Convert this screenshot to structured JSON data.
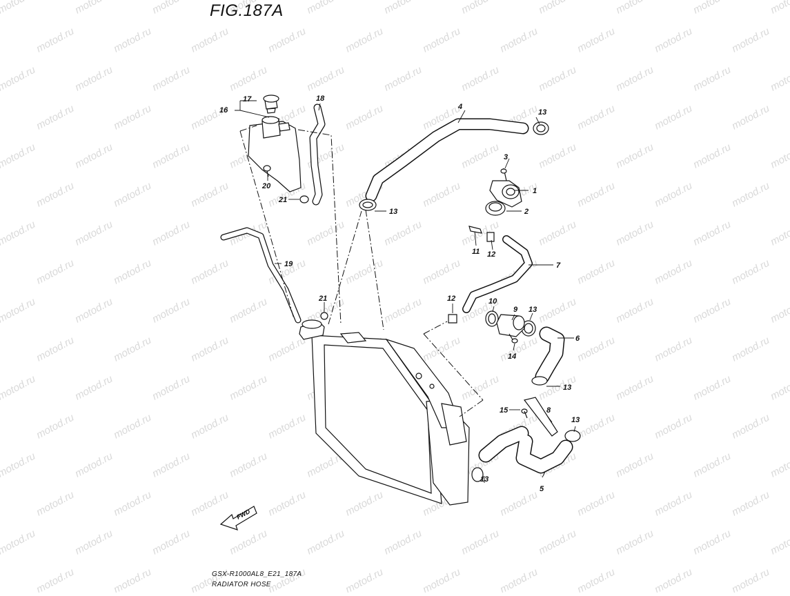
{
  "figure": {
    "title": "FIG.187A",
    "model_code": "GSX-R1000AL8_E21_187A",
    "caption": "RADIATOR HOSE",
    "watermark_text": "motod.ru",
    "fwd_label": "FWD"
  },
  "callouts": {
    "c1": "1",
    "c2": "2",
    "c3": "3",
    "c4": "4",
    "c5": "5",
    "c6": "6",
    "c7": "7",
    "c8": "8",
    "c9": "9",
    "c10": "10",
    "c11": "11",
    "c12a": "12",
    "c12b": "12",
    "c13a": "13",
    "c13b": "13",
    "c13c": "13",
    "c13d": "13",
    "c13e": "13",
    "c13f": "13",
    "c14": "14",
    "c15": "15",
    "c16": "16",
    "c17": "17",
    "c18": "18",
    "c19": "19",
    "c20": "20",
    "c21a": "21",
    "c21b": "21"
  },
  "colors": {
    "ink": "#111111",
    "watermark": "#d9d9d9",
    "background": "#ffffff"
  }
}
